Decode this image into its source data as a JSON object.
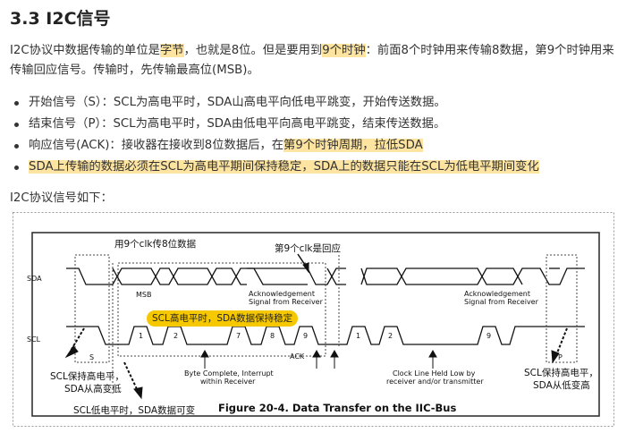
{
  "heading": "3.3 I2C信号",
  "paragraph": {
    "p1": "I2C协议中数据传输的单位是",
    "h1": "字节",
    "p2": "，也就是8位。但是要用到",
    "h2": "9个时钟",
    "p3": "：前面8个时钟用来传输8数据，第9个时钟用来传输回应信号。传输时，先传输最高位(MSB)。"
  },
  "bullets": {
    "start": "开始信号（S）：SCL为高电平时，SDA山高电平向低电平跳变，开始传送数据。",
    "stop": "结束信号（P）：SCL为高电平时，SDA由低电平向高电平跳变，结束传送数据。",
    "ack_plain": "响应信号(ACK)：接收器在接收到8位数据后，在",
    "ack_hl": "第9个时钟周期，拉低SDA",
    "note": "SDA上传输的数据必须在SCL为高电平期间保持稳定，SDA上的数据只能在SCL为低电平期间变化"
  },
  "signals_intro": "I2C协议信号如下：",
  "figure": {
    "sda_label": "SDA",
    "scl_label": "SCL",
    "msb": "MSB",
    "ack1": "Acknowledgement",
    "ack1b": "Signal from Receiver",
    "ack2": "Acknowledgement",
    "ack2b": "Signal from Receiver",
    "s": "S",
    "p": "P",
    "ack": "ACK",
    "ticks": [
      "1",
      "2",
      "7",
      "8",
      "9",
      "1",
      "2",
      "9"
    ],
    "byte_complete_1": "Byte Complete, Interrupt",
    "byte_complete_2": "within Receiver",
    "clock_hold_1": "Clock Line Held Low by",
    "clock_hold_2": "receiver and/or transmitter",
    "caption": "Figure 20-4. Data Transfer on the IIC-Bus",
    "note_9clk": "用9个clk传8位数据",
    "note_9th": "第9个clk是回应",
    "note_scl_high": "SCL高电平时，SDA数据保持稳定",
    "note_left_1": "SCL保持高电平，",
    "note_left_2": "SDA从高变低",
    "note_bottom": "SCL低电平时，SDA数据可变",
    "note_right_1": "SCL保持高电平，",
    "note_right_2": "SDA从低变高"
  }
}
